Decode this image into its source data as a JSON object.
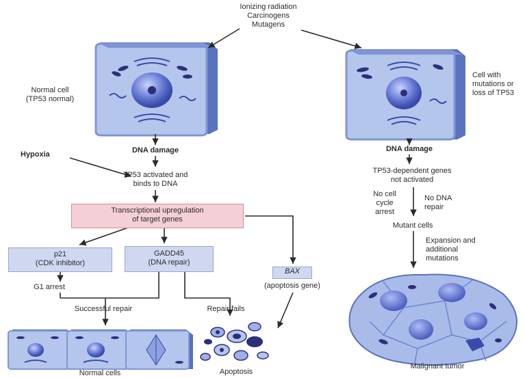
{
  "top_causes": [
    "Ionizing radiation",
    "Carcinogens",
    "Mutagens"
  ],
  "left": {
    "cell_label": [
      "Normal cell",
      "(TP53 normal)"
    ],
    "dna_damage": "DNA damage",
    "hypoxia": "Hypoxia",
    "tp53_activated": [
      "TP53 activated and",
      "binds to DNA"
    ],
    "transcription_box": [
      "Transcriptional upregulation",
      "of target genes"
    ],
    "p21_box": [
      "p21",
      "(CDK inhibitor)"
    ],
    "gadd45_box": [
      "GADD45",
      "(DNA repair)"
    ],
    "bax_box": "BAX",
    "bax_caption": "(apoptosis gene)",
    "g1_arrest": "G1 arrest",
    "successful_repair": "Successful repair",
    "repair_fails": "Repair fails",
    "normal_cells": "Normal cells",
    "apoptosis": "Apoptosis"
  },
  "right": {
    "cell_label": [
      "Cell with",
      "mutations or",
      "loss of TP53"
    ],
    "dna_damage": "DNA damage",
    "tp53_not_activated": [
      "TP53-dependent genes",
      "not activated"
    ],
    "no_cell_cycle_arrest": [
      "No cell",
      "cycle",
      "arrest"
    ],
    "no_dna_repair": [
      "No DNA",
      "repair"
    ],
    "mutant_cells": "Mutant cells",
    "expansion": [
      "Expansion and",
      "additional",
      "mutations"
    ],
    "malignant_tumor": "Malignant tumor"
  },
  "colors": {
    "cell_face": "#b4c6ec",
    "cell_side": "#5a72bf",
    "cell_top": "#7f95d6",
    "nucleus": "#5a6fcd",
    "organelle": "#2c2f7a",
    "box_blue": "#cfd8f0",
    "box_pink": "#f5cfd6",
    "arrow": "#2a2a2a"
  }
}
